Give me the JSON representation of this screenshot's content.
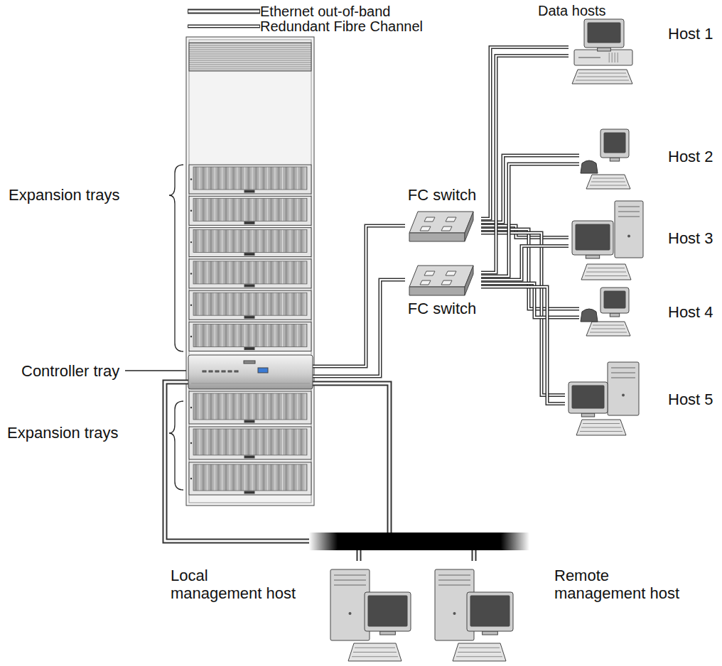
{
  "diagram": {
    "nodes": [
      {
        "text": [
          "Host 1"
        ]
      },
      {
        "text": [
          "Host 2"
        ]
      },
      {
        "text": [
          "Host 3"
        ]
      },
      {
        "text": [
          "Host 4"
        ]
      },
      {
        "text": [
          "Host 5"
        ]
      },
      {
        "text": [
          "FC switch"
        ]
      },
      {
        "text": [
          "FC switch"
        ]
      },
      {
        "text": [
          "Controller tray"
        ]
      },
      {
        "text": [
          "Local management host"
        ]
      },
      {
        "text": [
          "Remote management host"
        ]
      }
    ],
    "edges": [
      {
        "from": 7,
        "to": 5,
        "arrow": "none"
      },
      {
        "from": 7,
        "to": 6,
        "arrow": "none"
      },
      {
        "from": 5,
        "to": 0,
        "arrow": "none"
      },
      {
        "from": 5,
        "to": 1,
        "arrow": "none"
      },
      {
        "from": 5,
        "to": 2,
        "arrow": "none"
      },
      {
        "from": 5,
        "to": 3,
        "arrow": "none"
      },
      {
        "from": 5,
        "to": 4,
        "arrow": "none"
      },
      {
        "from": 6,
        "to": 0,
        "arrow": "none"
      },
      {
        "from": 6,
        "to": 1,
        "arrow": "none"
      },
      {
        "from": 6,
        "to": 2,
        "arrow": "none"
      },
      {
        "from": 6,
        "to": 3,
        "arrow": "none"
      },
      {
        "from": 6,
        "to": 4,
        "arrow": "none"
      },
      {
        "from": 7,
        "to": 8,
        "arrow": "none"
      },
      {
        "from": 7,
        "to": 9,
        "arrow": "none"
      }
    ],
    "labels": [
      "Data hosts",
      "Expansion trays",
      "Expansion trays"
    ],
    "legend": [
      {
        "text": "Ethernet out-of-band"
      },
      {
        "text": "Redundant Fibre Channel"
      }
    ]
  }
}
